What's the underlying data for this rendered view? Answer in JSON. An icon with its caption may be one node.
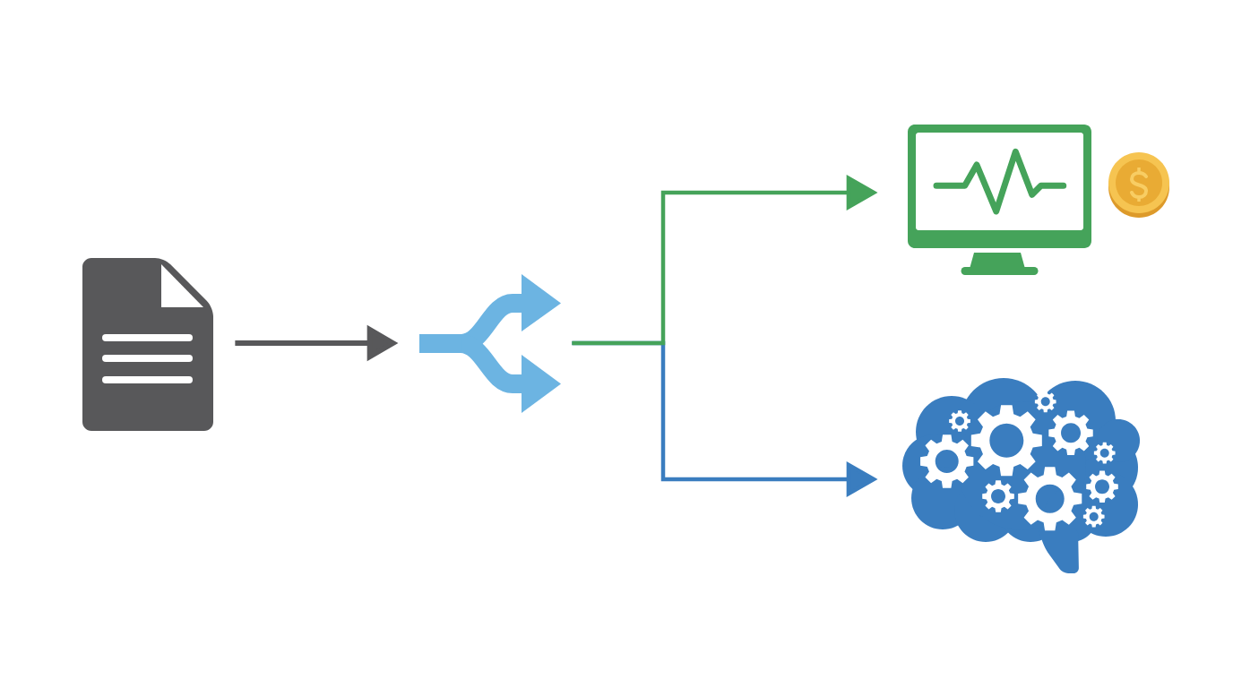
{
  "diagram": {
    "nodes": [
      {
        "text": [],
        "shape": "picture"
      },
      {
        "text": [],
        "shape": "picture"
      },
      {
        "text": [],
        "shape": "picture"
      },
      {
        "text": [],
        "shape": "picture"
      }
    ],
    "edges": [
      {
        "from": 0,
        "to": 1,
        "arrow": "to",
        "color": "#58585a"
      },
      {
        "from": 1,
        "to": 2,
        "arrow": "to",
        "color": "#45a35a"
      },
      {
        "from": 1,
        "to": 3,
        "arrow": "to",
        "color": "#3a7dbf"
      }
    ]
  }
}
